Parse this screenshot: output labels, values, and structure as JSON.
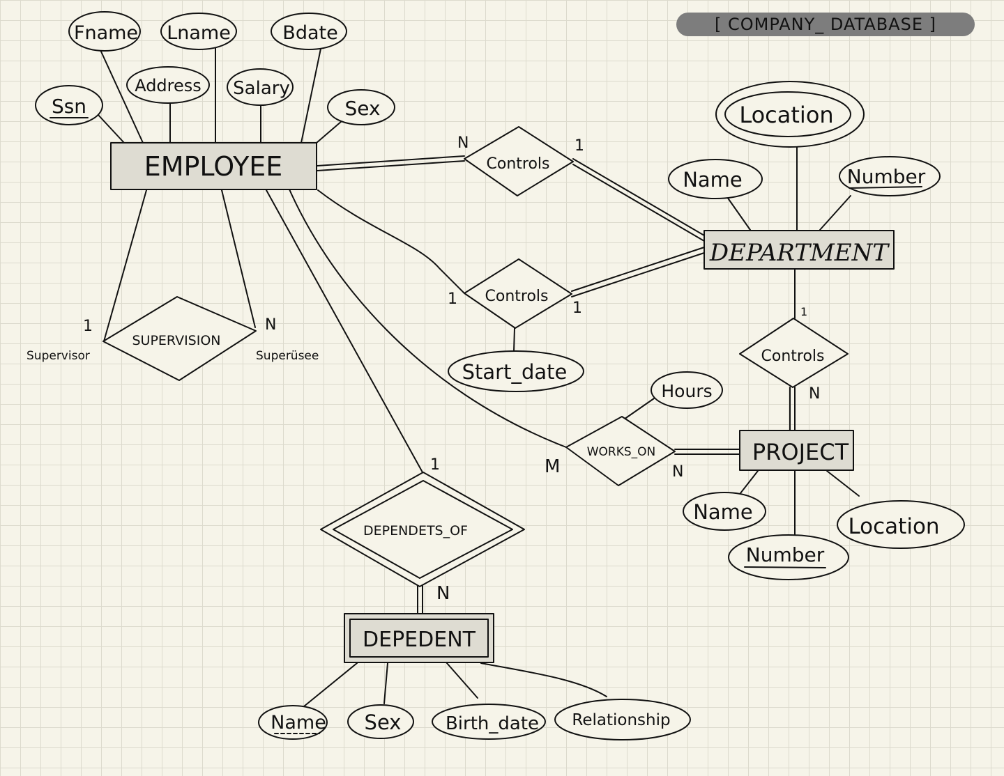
{
  "title": "[ COMPANY_ DATABASE ]",
  "entities": {
    "employee": "EMPLOYEE",
    "department": "DEPARTMENT",
    "project": "PROJECT",
    "dependent": "DEPEDENT"
  },
  "relationships": {
    "manages": "Controls",
    "works_for": "Controls",
    "controls": "Controls",
    "supervision": "SUPERVISION",
    "works_on": "WORKS_ON",
    "dependents_of": "DEPENDETS_OF"
  },
  "attributes": {
    "employee": {
      "fname": "Fname",
      "lname": "Lname",
      "bdate": "Bdate",
      "ssn": "Ssn",
      "address": "Address",
      "salary": "Salary",
      "sex": "Sex"
    },
    "department": {
      "location": "Location",
      "name": "Name",
      "number": "Number"
    },
    "manages": {
      "start_date": "Start_date"
    },
    "works_on": {
      "hours": "Hours"
    },
    "project": {
      "name": "Name",
      "number": "Number",
      "location": "Location"
    },
    "dependent": {
      "name": "Name",
      "sex": "Sex",
      "birth_date": "Birth_date",
      "relationship": "Relationship"
    }
  },
  "cardinalities": {
    "works_for_employee": "N",
    "works_for_department": "1",
    "manages_employee": "1",
    "manages_department": "1",
    "supervision_supervisor": "1",
    "supervision_supervisee": "N",
    "controls_department": "1",
    "controls_project": "N",
    "works_on_employee": "M",
    "works_on_project": "N",
    "dependents_employee": "1",
    "dependents_dependent": "N"
  },
  "roles": {
    "supervisor": "Supervisor",
    "supervisee": "Superüsee"
  },
  "colors": {
    "ink": "#111111",
    "entity_fill": "#dedcd2",
    "paper": "#f6f4e9",
    "badge": "#7d7d7d"
  }
}
